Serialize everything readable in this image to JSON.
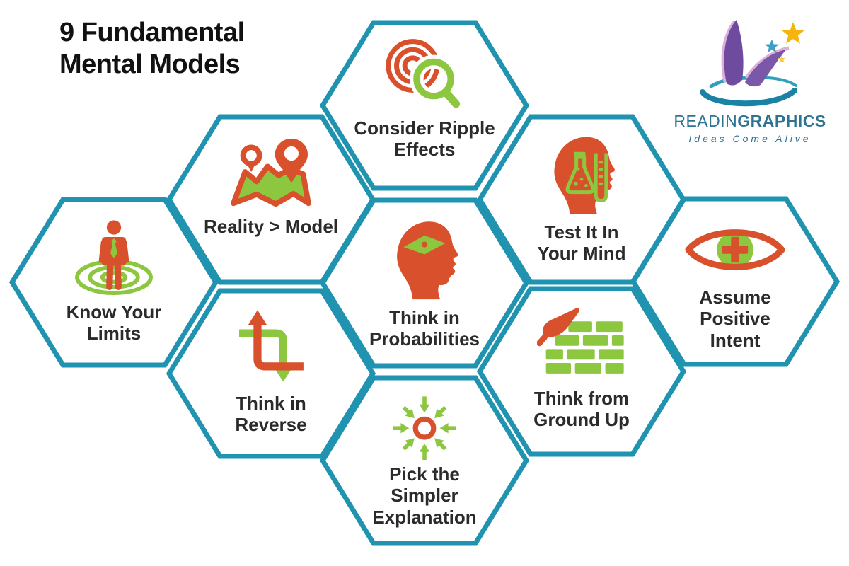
{
  "title": "9 Fundamental\nMental Models",
  "logo": {
    "brand_regular": "READIN",
    "brand_bold": "GRAPHICS",
    "tagline": "Ideas Come Alive"
  },
  "colors": {
    "teal": "#2093b0",
    "orange": "#d9502c",
    "green": "#8dc63f",
    "ink": "#111111",
    "label": "#2b2b2b",
    "logo_teal": "#2e7391"
  },
  "hexes": [
    {
      "icon": "ripple-magnifier",
      "label": "Consider Ripple\nEffects"
    },
    {
      "icon": "map-pins",
      "label": "Reality > Model"
    },
    {
      "icon": "head-flask",
      "label": "Test It In\nYour Mind"
    },
    {
      "icon": "person-rings",
      "label": "Know Your\nLimits"
    },
    {
      "icon": "head-diamond",
      "label": "Think in\nProbabilities"
    },
    {
      "icon": "eye-plus",
      "label": "Assume\nPositive\nIntent"
    },
    {
      "icon": "reverse-arrows",
      "label": "Think in\nReverse"
    },
    {
      "icon": "trowel-bricks",
      "label": "Think from\nGround Up"
    },
    {
      "icon": "converge-arrows",
      "label": "Pick the\nSimpler\nExplanation"
    }
  ]
}
